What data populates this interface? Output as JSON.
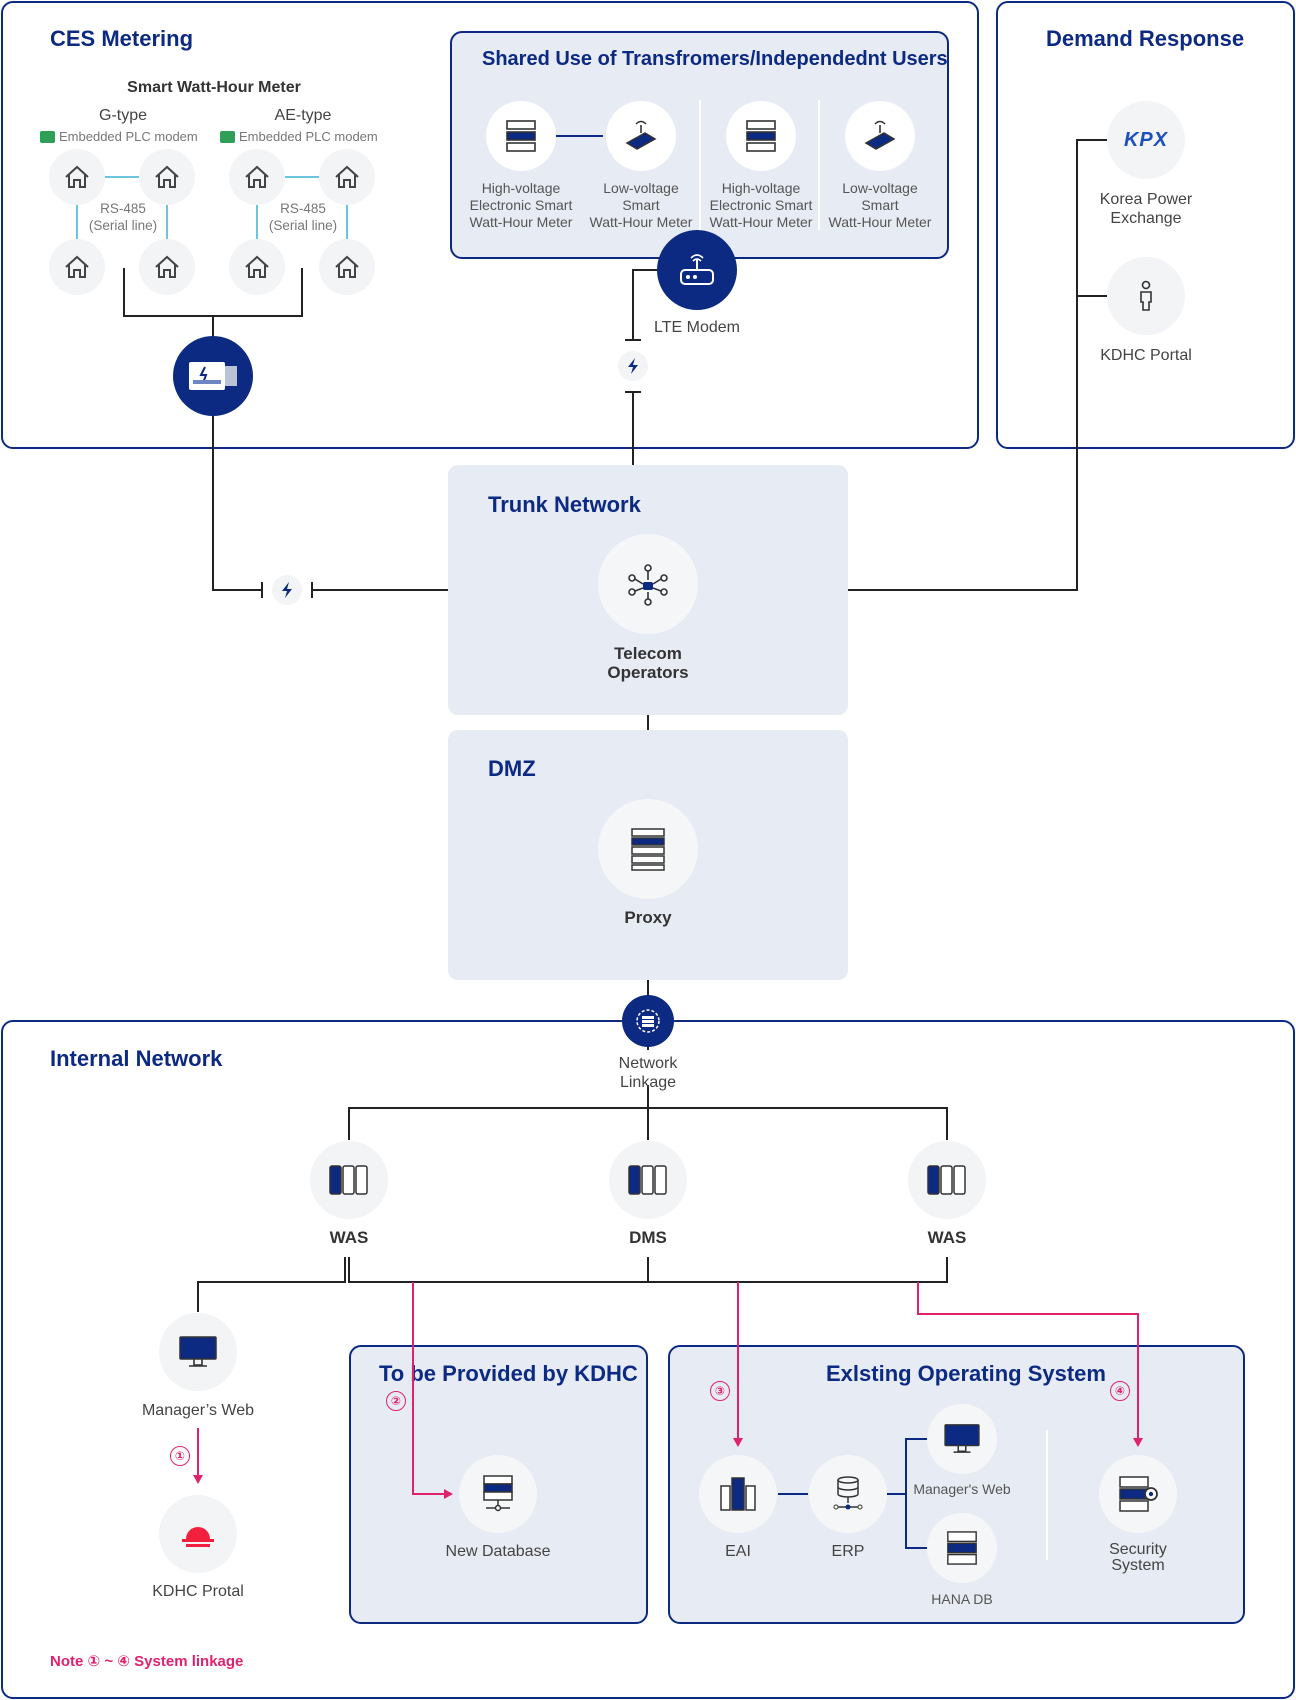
{
  "sections": {
    "ces": {
      "title": "CES Metering",
      "meter_title": "Smart Watt-Hour Meter",
      "g_type": "G-type",
      "ae_type": "AE-type",
      "modem": "Embedded PLC modem",
      "rs485_a": "RS-485",
      "rs485_b": "(Serial line)"
    },
    "shared": {
      "title": "Shared Use of Transfromers/Independednt Users",
      "hv_line1": "High-voltage",
      "hv_line2": "Electronic Smart",
      "hv_line3": "Watt-Hour Meter",
      "lv_line1": "Low-voltage",
      "lv_line2": "Smart",
      "lv_line3": "Watt-Hour Meter",
      "lte": "LTE Modem"
    },
    "demand": {
      "title": "Demand Response",
      "kpx_logo": "KPX",
      "kpx_line1": "Korea Power",
      "kpx_line2": "Exchange",
      "kdhc_portal": "KDHC Portal"
    },
    "trunk": {
      "title": "Trunk Network",
      "node_line1": "Telecom",
      "node_line2": "Operators"
    },
    "dmz": {
      "title": "DMZ",
      "node": "Proxy"
    },
    "internal": {
      "title": "Internal Network",
      "linkage_line1": "Network",
      "linkage_line2": "Linkage",
      "was_left": "WAS",
      "dms": "DMS",
      "was_right": "WAS",
      "managers_web": "Manager’s Web",
      "kdhc_protal": "KDHC Protal"
    },
    "kdhc": {
      "title": "To be Provided by KDHC",
      "new_db": "New Database"
    },
    "existing": {
      "title": "Exlsting Operating System",
      "eai": "EAI",
      "erp": "ERP",
      "managers_web": "Manager's Web",
      "hana_db": "HANA DB",
      "sec_line1": "Security",
      "sec_line2": "System"
    }
  },
  "markers": [
    "①",
    "②",
    "③",
    "④"
  ],
  "note": "Note ① ~ ④ System linkage",
  "colors": {
    "navy": "#0c2a82",
    "pink": "#e0226e",
    "panel_fill": "#e7ebf4",
    "cyan": "#3ab0d6"
  }
}
